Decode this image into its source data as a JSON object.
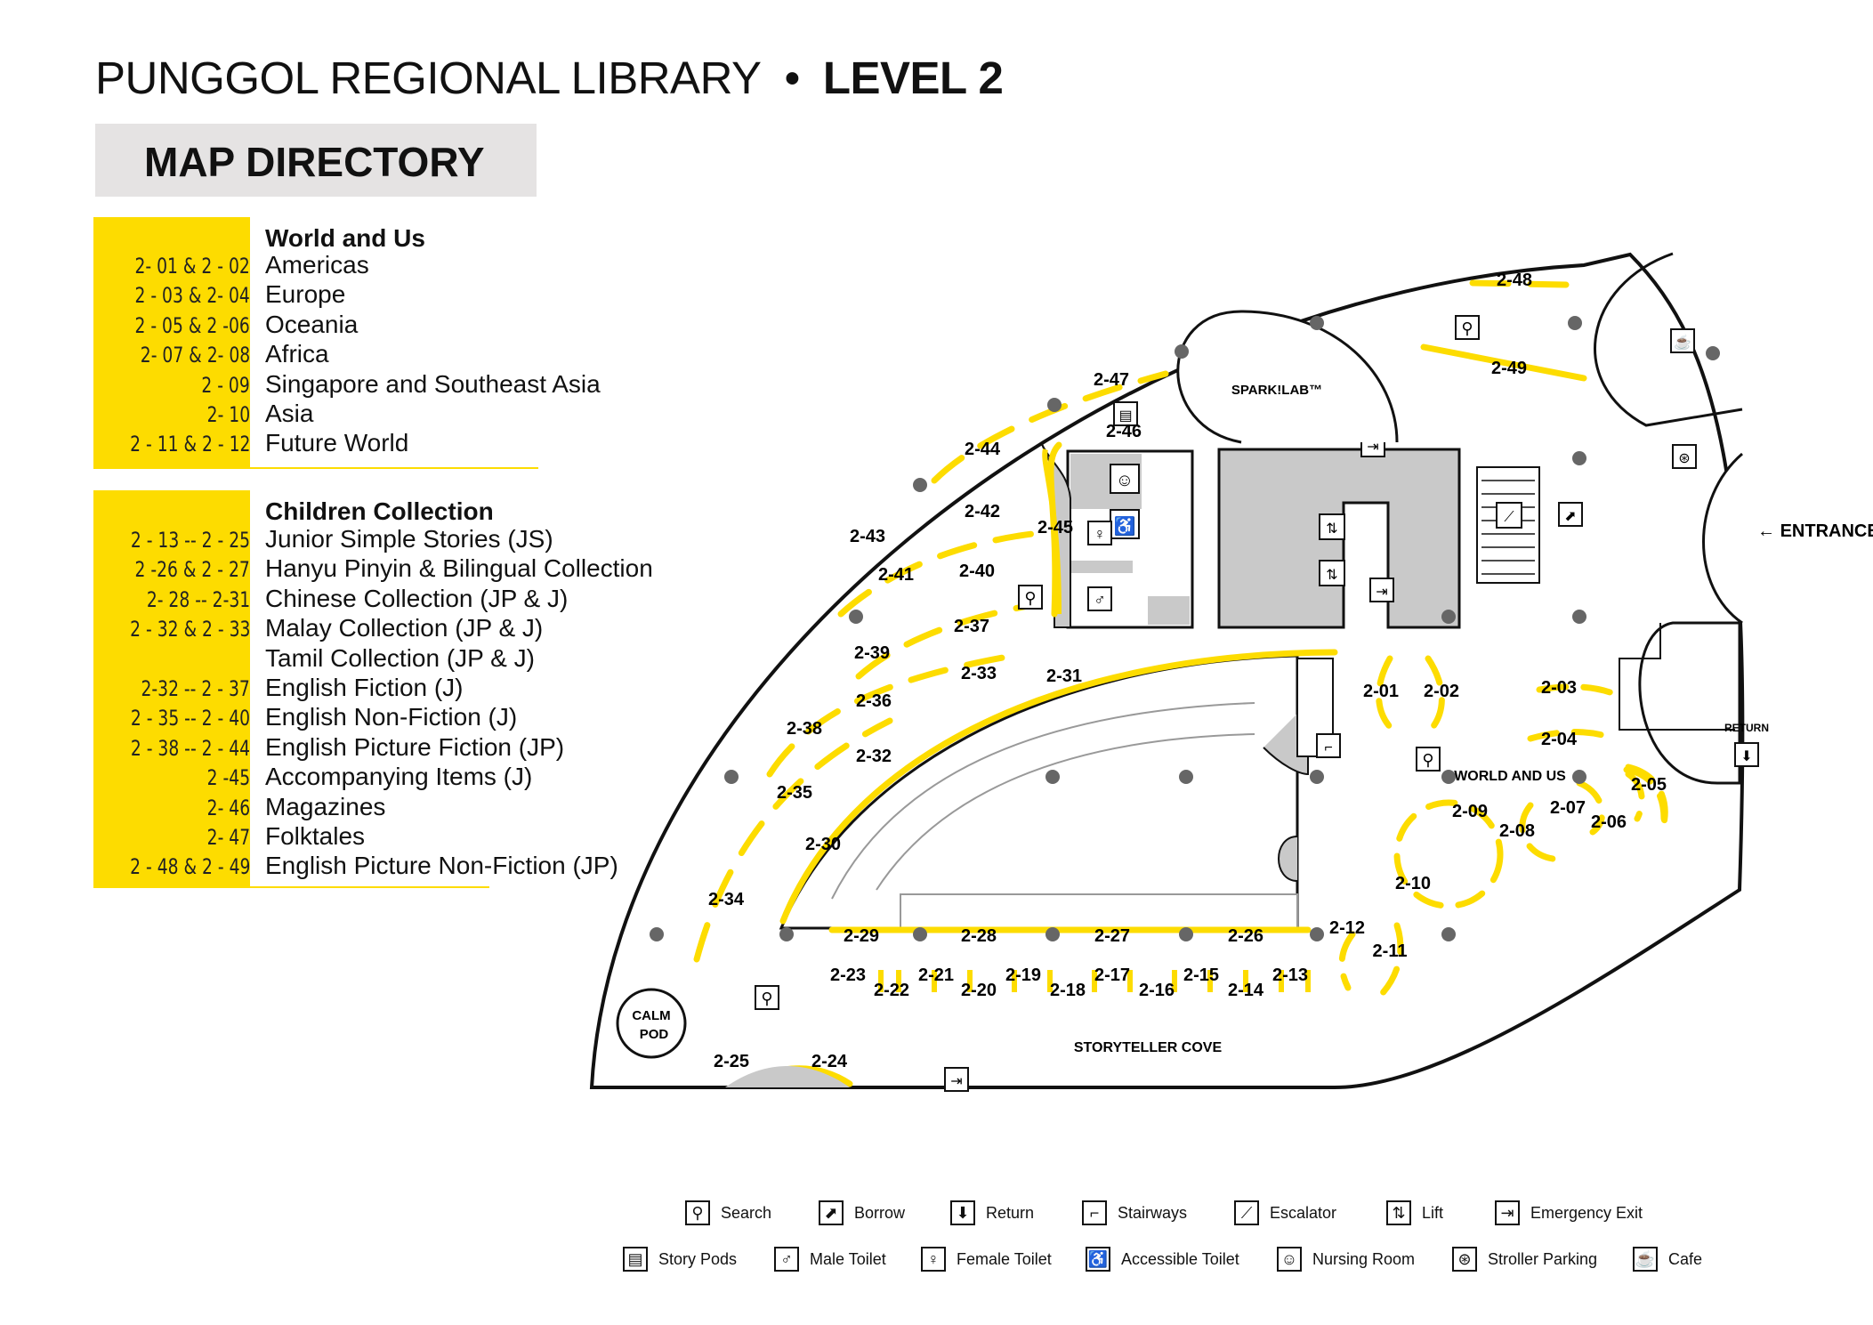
{
  "header": {
    "title": "PUNGGOL REGIONAL LIBRARY",
    "separator": "•",
    "level": "LEVEL 2"
  },
  "map_directory": {
    "title": "MAP DIRECTORY",
    "world": {
      "heading": "World and Us",
      "rows": [
        {
          "code": "2- 01 & 2 - 02",
          "name": "Americas"
        },
        {
          "code": "2 - 03 & 2- 04",
          "name": "Europe"
        },
        {
          "code": "2 - 05 & 2 -06",
          "name": "Oceania"
        },
        {
          "code": "2- 07 & 2- 08",
          "name": "Africa"
        },
        {
          "code": "2 - 09",
          "name": "Singapore and Southeast Asia"
        },
        {
          "code": "2- 10",
          "name": "Asia"
        },
        {
          "code": "2 - 11 & 2 - 12",
          "name": "Future World"
        }
      ]
    },
    "children": {
      "heading": "Children Collection",
      "rows": [
        {
          "code": "2 - 13 -- 2 - 25",
          "name": "Junior Simple Stories (JS)"
        },
        {
          "code": "2 -26 & 2 - 27",
          "name": "Hanyu Pinyin & Bilingual Collection"
        },
        {
          "code": "2- 28  -- 2-31",
          "name": "Chinese Collection (JP & J)"
        },
        {
          "code": "2 - 32 & 2 - 33",
          "name": "Malay Collection (JP & J)"
        },
        {
          "code": "",
          "name": "Tamil Collection (JP & J)"
        },
        {
          "code": "2-32 -- 2 - 37",
          "name": "English Fiction (J)"
        },
        {
          "code": "2 - 35 -- 2 - 40",
          "name": "English Non-Fiction (J)"
        },
        {
          "code": "2 - 38 -- 2 - 44",
          "name": "English Picture Fiction (JP)"
        },
        {
          "code": "2 -45",
          "name": "Accompanying Items (J)"
        },
        {
          "code": "2- 46",
          "name": "Magazines"
        },
        {
          "code": "2- 47",
          "name": "Folktales"
        },
        {
          "code": "2 - 48 & 2 - 49",
          "name": "English Picture Non-Fiction (JP)"
        }
      ]
    }
  },
  "map": {
    "areas": {
      "sparklab": "SPARK!LAB™",
      "entrance": "ENTRANCE",
      "return": "RETURN",
      "world_and_us": "WORLD AND US",
      "storyteller_cove": "STORYTELLER COVE",
      "calm_pod": "CALM\nPOD"
    },
    "shelf_labels": [
      "2-01",
      "2-02",
      "2-03",
      "2-04",
      "2-05",
      "2-06",
      "2-07",
      "2-08",
      "2-09",
      "2-10",
      "2-11",
      "2-12",
      "2-13",
      "2-14",
      "2-15",
      "2-16",
      "2-17",
      "2-18",
      "2-19",
      "2-20",
      "2-21",
      "2-22",
      "2-23",
      "2-24",
      "2-25",
      "2-26",
      "2-27",
      "2-28",
      "2-29",
      "2-30",
      "2-31",
      "2-32",
      "2-33",
      "2-34",
      "2-35",
      "2-36",
      "2-37",
      "2-38",
      "2-39",
      "2-40",
      "2-41",
      "2-42",
      "2-43",
      "2-44",
      "2-45",
      "2-46",
      "2-47",
      "2-48",
      "2-49"
    ]
  },
  "legend": [
    {
      "icon": "search-icon",
      "glyph": "⚲",
      "label": "Search"
    },
    {
      "icon": "borrow-icon",
      "glyph": "⬈",
      "label": "Borrow"
    },
    {
      "icon": "return-icon",
      "glyph": "⬇",
      "label": "Return"
    },
    {
      "icon": "stairways-icon",
      "glyph": "⌐",
      "label": "Stairways"
    },
    {
      "icon": "escalator-icon",
      "glyph": "⟋",
      "label": "Escalator"
    },
    {
      "icon": "lift-icon",
      "glyph": "⇅",
      "label": "Lift"
    },
    {
      "icon": "emergency-exit-icon",
      "glyph": "⇥",
      "label": "Emergency Exit"
    },
    {
      "icon": "story-pods-icon",
      "glyph": "▤",
      "label": "Story Pods"
    },
    {
      "icon": "male-toilet-icon",
      "glyph": "♂",
      "label": "Male Toilet"
    },
    {
      "icon": "female-toilet-icon",
      "glyph": "♀",
      "label": "Female Toilet"
    },
    {
      "icon": "accessible-toilet-icon",
      "glyph": "♿",
      "label": "Accessible Toilet"
    },
    {
      "icon": "nursing-room-icon",
      "glyph": "☺",
      "label": "Nursing Room"
    },
    {
      "icon": "stroller-parking-icon",
      "glyph": "⊛",
      "label": "Stroller Parking"
    },
    {
      "icon": "cafe-icon",
      "glyph": "☕",
      "label": "Cafe"
    }
  ]
}
